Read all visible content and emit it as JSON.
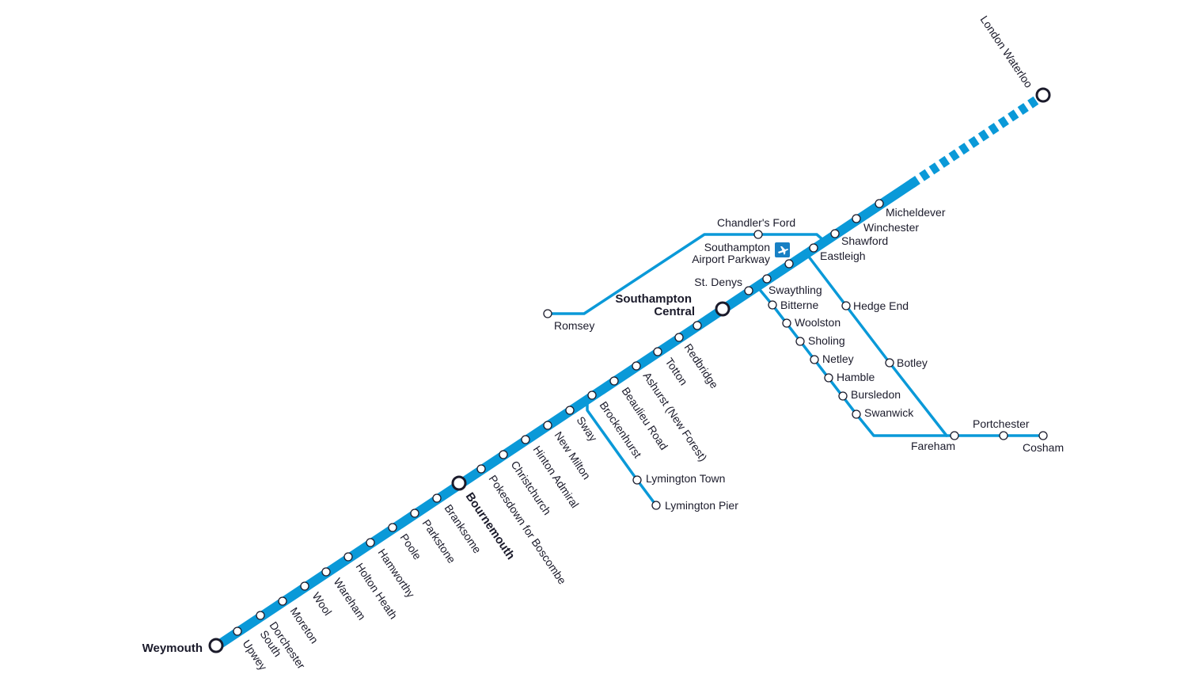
{
  "colors": {
    "line": "#0a99d8",
    "station_outline": "#1b1b2b",
    "text": "#1b1b2b",
    "airport_icon_bg": "#1880c4"
  },
  "icons": {
    "airport": "airplane-icon"
  },
  "stations": {
    "london_waterloo": "London Waterloo",
    "micheldever": "Micheldever",
    "winchester": "Winchester",
    "shawford": "Shawford",
    "eastleigh": "Eastleigh",
    "chandlers_ford": "Chandler's Ford",
    "southampton_airport_parkway": [
      "Southampton",
      "Airport Parkway"
    ],
    "romsey": "Romsey",
    "st_denys": "St. Denys",
    "swaythling": "Swaythling",
    "southampton_central": [
      "Southampton",
      "Central"
    ],
    "redbridge": "Redbridge",
    "totton": "Totton",
    "ashurst": "Ashurst (New Forest)",
    "beaulieu_road": "Beaulieu Road",
    "brockenhurst": "Brockenhurst",
    "lymington_town": "Lymington Town",
    "lymington_pier": "Lymington Pier",
    "sway": "Sway",
    "new_milton": "New Milton",
    "hinton_admiral": "Hinton Admiral",
    "christchurch": "Christchurch",
    "pokesdown": "Pokesdown for Boscombe",
    "bournemouth": "Bournemouth",
    "branksome": "Branksome",
    "parkstone": "Parkstone",
    "poole": "Poole",
    "hamworthy": "Hamworthy",
    "holton_heath": "Holton Heath",
    "wareham": "Wareham",
    "wool": "Wool",
    "moreton": "Moreton",
    "dorchester_south": [
      "Dorchester",
      "South"
    ],
    "upwey": "Upwey",
    "weymouth": "Weymouth",
    "bitterne": "Bitterne",
    "woolston": "Woolston",
    "sholing": "Sholing",
    "netley": "Netley",
    "hamble": "Hamble",
    "bursledon": "Bursledon",
    "swanwick": "Swanwick",
    "hedge_end": "Hedge End",
    "botley": "Botley",
    "fareham": "Fareham",
    "portchester": "Portchester",
    "cosham": "Cosham"
  }
}
